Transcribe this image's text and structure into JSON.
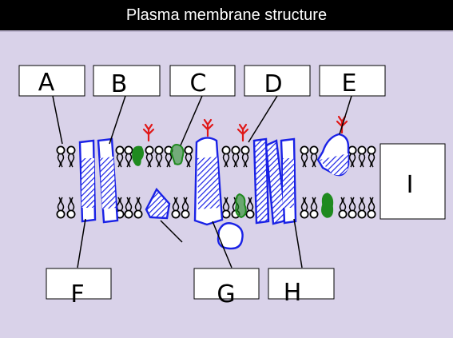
{
  "title": "Plasma membrane structure",
  "labels": {
    "a": "A",
    "b": "B",
    "c": "C",
    "d": "D",
    "e": "E",
    "f": "F",
    "g": "G",
    "h": "H",
    "i": "I"
  },
  "colors": {
    "background": "#d9d2e9",
    "protein": "#1a22e6",
    "carbohydrate": "#e01818",
    "cholesterol": "#1f8a1f",
    "lipid": "#000000"
  }
}
